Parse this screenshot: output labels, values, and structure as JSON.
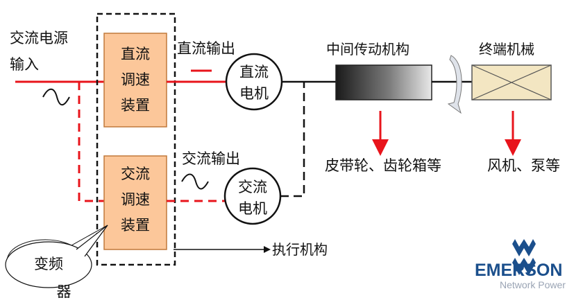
{
  "labels": {
    "ac_source_line1": "交流电源",
    "ac_source_line2": "输入",
    "dc_drive": [
      "直流",
      "调速",
      "装置"
    ],
    "ac_drive": [
      "交流",
      "调速",
      "装置"
    ],
    "dc_output": "直流输出",
    "ac_output": "交流输出",
    "dc_motor": [
      "直流",
      "电机"
    ],
    "ac_motor": [
      "交流",
      "电机"
    ],
    "transmission": "中间传动机构",
    "terminal_machine": "终端机械",
    "transmission_examples": "皮带轮、齿轮箱等",
    "terminal_examples": "风机、泵等",
    "actuator": "执行机构",
    "inverter_callout": [
      "变频",
      "器"
    ]
  },
  "logo": {
    "brand": "EMERSON",
    "tagline": "Network Power"
  },
  "colors": {
    "power_line": "#e8141b",
    "drive_box_fill": "#fcc79a",
    "drive_box_border": "#c0783a",
    "shaft_line": "#111111",
    "logo_blue": "#1b4f8c"
  }
}
